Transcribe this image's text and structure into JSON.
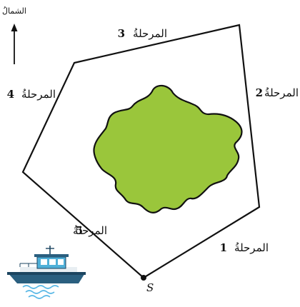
{
  "north_label": "الشمالُ",
  "start_label": "S",
  "stage_word": "المرحلةُ",
  "stages": [
    {
      "number": "1"
    },
    {
      "number": "2"
    },
    {
      "number": "3"
    },
    {
      "number": "4"
    },
    {
      "number": "5"
    }
  ],
  "colors": {
    "island_fill": "#9ac63b",
    "outline": "#111111",
    "boat_hull": "#2a5f7f",
    "boat_cabin": "#4fb0d8",
    "water": "#5ab8e6"
  },
  "icons": {
    "boat": "boat-icon",
    "north": "north-arrow-icon",
    "island": "island-shape"
  }
}
